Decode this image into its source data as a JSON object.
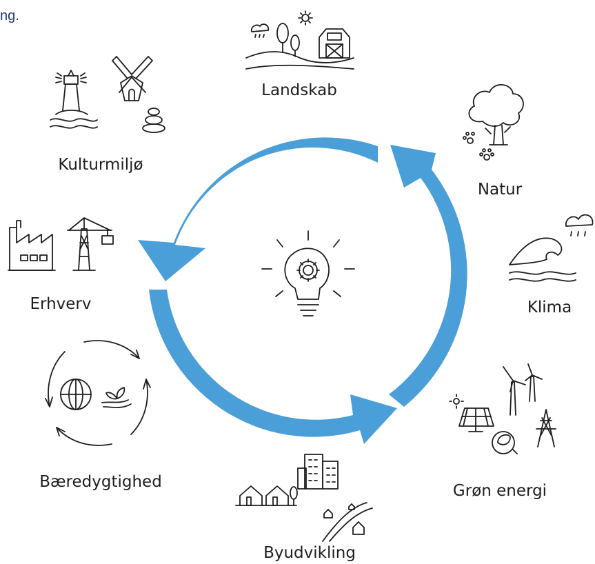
{
  "corner_text": "ng.",
  "accent_color": "#4a9fd8",
  "center_icon": "lightbulb-gear-icon",
  "themes": [
    {
      "key": "landskab",
      "label": "Landskab",
      "icon": "landscape-barn-icon"
    },
    {
      "key": "natur",
      "label": "Natur",
      "icon": "tree-pawprints-icon"
    },
    {
      "key": "klima",
      "label": "Klima",
      "icon": "wave-cloud-icon"
    },
    {
      "key": "groen_energi",
      "label": "Grøn energi",
      "icon": "renewable-energy-icon"
    },
    {
      "key": "byudvikling",
      "label": "Byudvikling",
      "icon": "city-houses-icon"
    },
    {
      "key": "baeredygtighed",
      "label": "Bæredygtighed",
      "icon": "globe-cycle-icon"
    },
    {
      "key": "erhverv",
      "label": "Erhverv",
      "icon": "factory-crane-icon"
    },
    {
      "key": "kulturmiljoe",
      "label": "Kulturmiljø",
      "icon": "lighthouse-windmill-icon"
    }
  ]
}
